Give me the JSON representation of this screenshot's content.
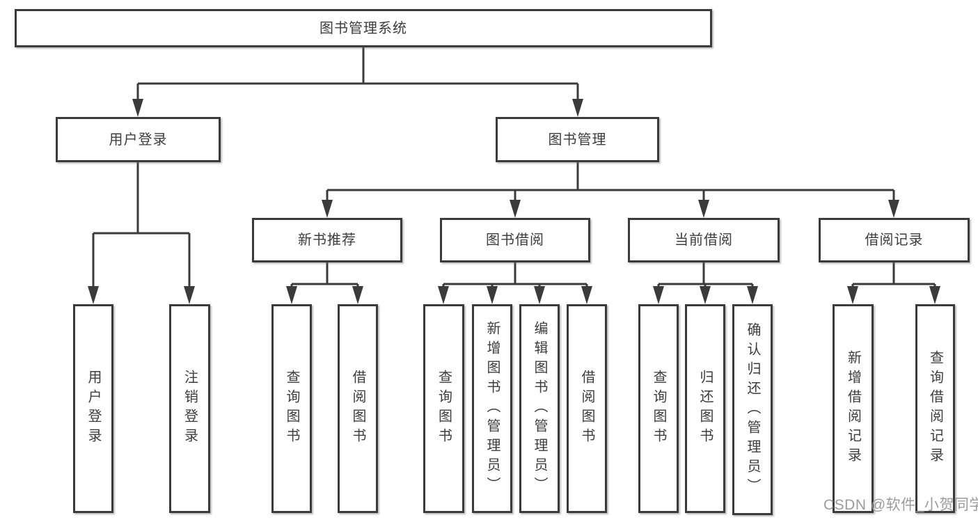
{
  "diagram": {
    "type": "hierarchy-tree",
    "tree": {
      "label": "图书管理系统",
      "children": [
        {
          "label": "用户登录",
          "children": [
            {
              "label": "用户登录"
            },
            {
              "label": "注销登录"
            }
          ]
        },
        {
          "label": "图书管理",
          "children": [
            {
              "label": "新书推荐",
              "children": [
                {
                  "label": "查询图书"
                },
                {
                  "label": "借阅图书"
                }
              ]
            },
            {
              "label": "图书借阅",
              "children": [
                {
                  "label": "查询图书"
                },
                {
                  "label": "新增图书（管理员）"
                },
                {
                  "label": "编辑图书（管理员）"
                },
                {
                  "label": "借阅图书"
                }
              ]
            },
            {
              "label": "当前借阅",
              "children": [
                {
                  "label": "查询图书"
                },
                {
                  "label": "归还图书"
                },
                {
                  "label": "确认归还（管理员）"
                }
              ]
            },
            {
              "label": "借阅记录",
              "children": [
                {
                  "label": "新增借阅记录"
                },
                {
                  "label": "查询借阅记录"
                }
              ]
            }
          ]
        }
      ]
    },
    "colors": {
      "line": "#3b3b3b",
      "box_border": "#3b3b3b",
      "box_fill": "#ffffff",
      "text": "#3d3d3d",
      "background": "#ffffff"
    }
  },
  "watermark": {
    "text": "CSDN @软件_小贺同学",
    "color": "#9c9c9c"
  }
}
